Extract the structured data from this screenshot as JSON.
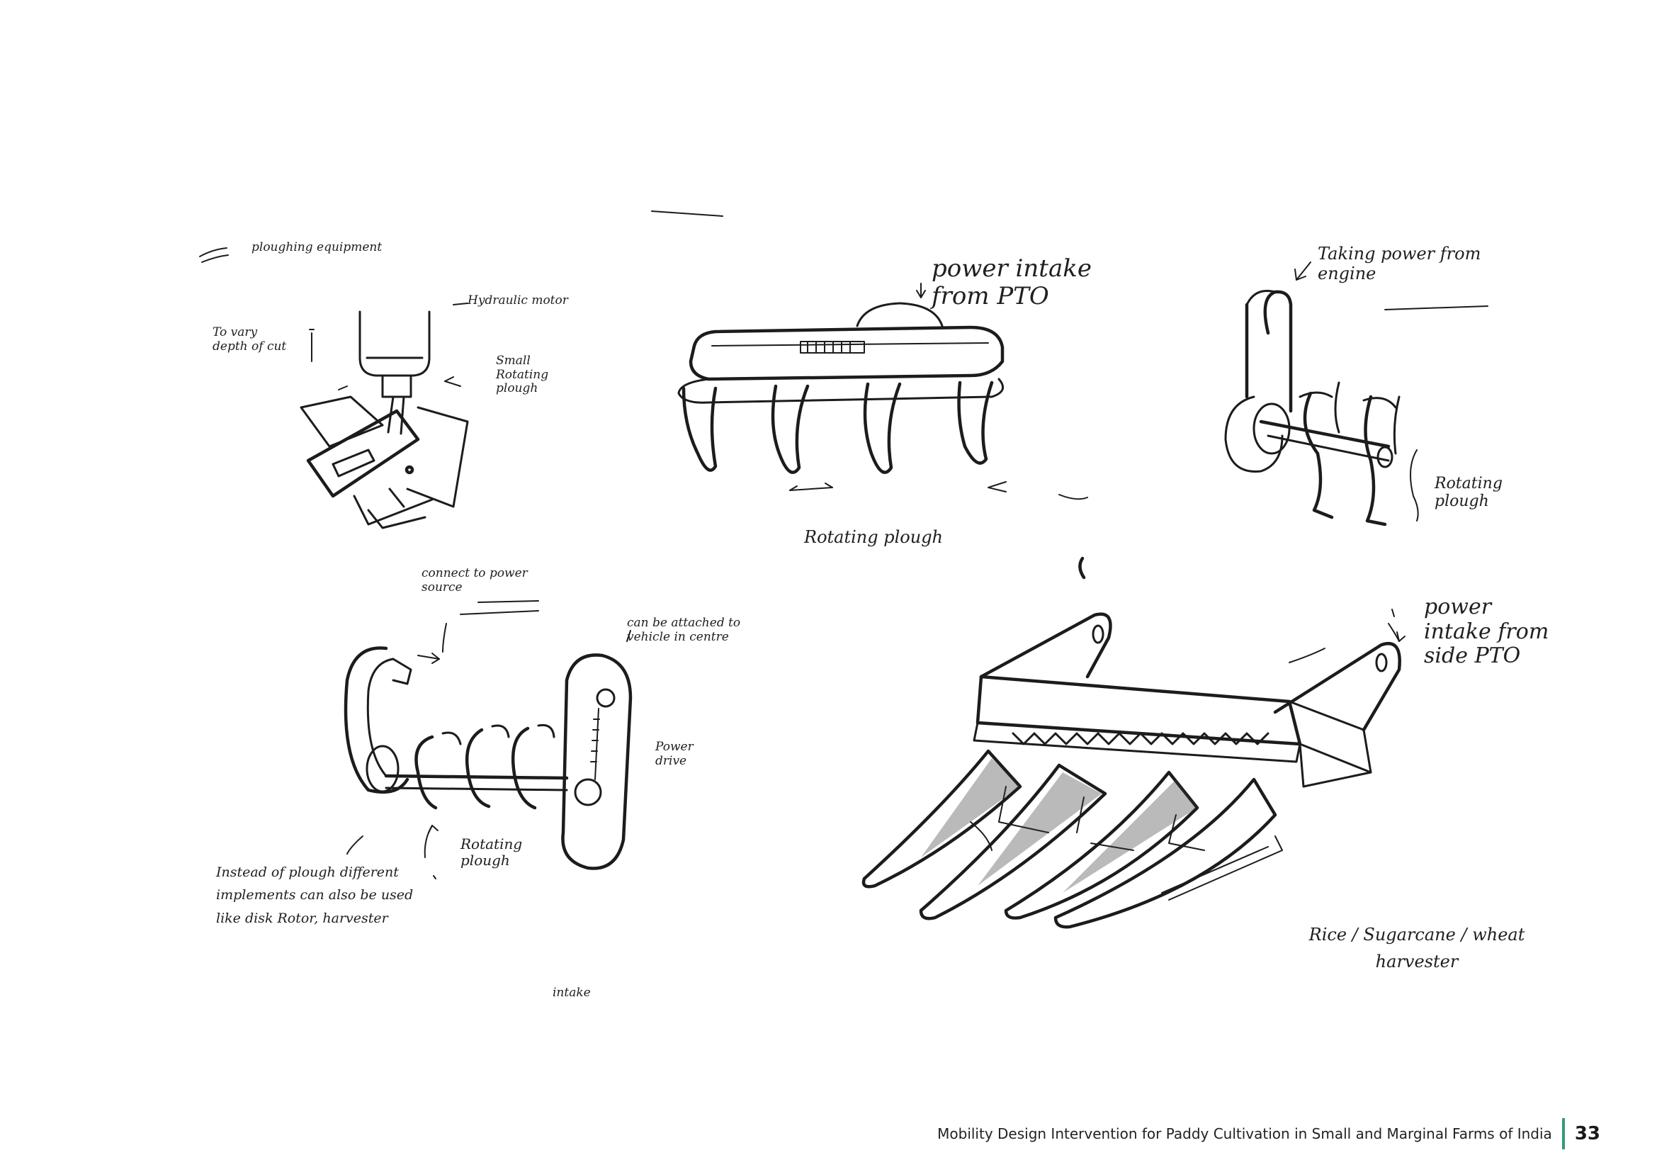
{
  "page": {
    "footer_text": "Mobility Design Intervention for Paddy Cultivation in Small and Marginal Farms of India",
    "page_number": "33",
    "accent_color": "#2f9c7a"
  },
  "sketch_notes": {
    "ploughing_equipment": "ploughing equipment",
    "hydraulic_motor": "Hydraulic motor",
    "vary_depth_of_cut": "To vary depth of cut",
    "small_rotating_plough": "Small Rotating plough",
    "power_intake_from_pto": "power intake from PTO",
    "rotating_plough_center": "Rotating plough",
    "taking_power_from_engine": "Taking power from engine",
    "rotating_plough_right": "Rotating plough",
    "connect_to_power_source": "connect to power source",
    "can_be_attached": "can be attached to vehicle in centre",
    "power_drive": "Power drive",
    "rotating_plough_lower": "Rotating plough",
    "instead_of_plough": "Instead of plough different implements can also be used like disk Rotor, harvester",
    "intake": "intake",
    "power_intake_from_side_pto": "power intake from side PTO",
    "harvester_caption": "Rice / Sugarcane / wheat harvester"
  }
}
